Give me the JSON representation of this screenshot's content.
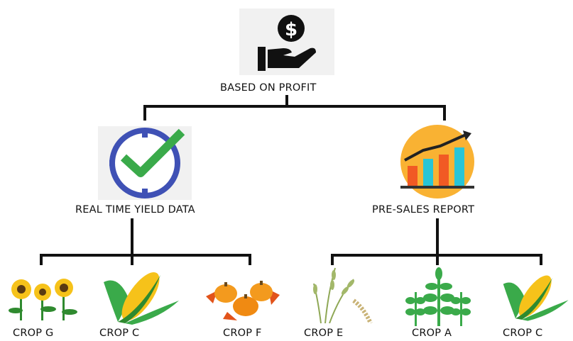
{
  "root": {
    "label": "BASED ON PROFIT",
    "icon": "hand-holding-dollar-icon"
  },
  "branches": [
    {
      "label": "REAL TIME YIELD DATA",
      "icon": "clock-check-icon",
      "crops": [
        "CROP G",
        "CROP C",
        "CROP F"
      ]
    },
    {
      "label": "PRE-SALES REPORT",
      "icon": "bar-chart-growth-icon",
      "crops": [
        "CROP E",
        "CROP A",
        "CROP C"
      ]
    }
  ],
  "colors": {
    "line": "#111111",
    "check": "#3aaa4a",
    "clock": "#3f51b5",
    "chart_bg": "#f9b233",
    "bar_orange": "#f15a24",
    "bar_teal": "#29c5d6"
  }
}
